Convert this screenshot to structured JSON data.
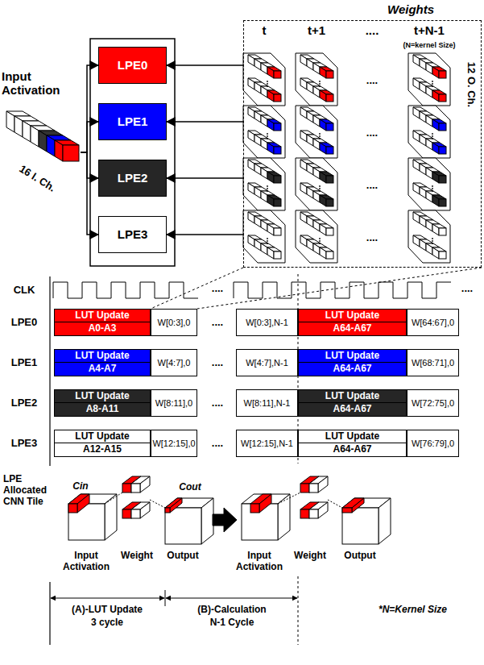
{
  "diagram": {
    "nodes": [
      {
        "text": [
          "Input Activation"
        ]
      },
      {
        "text": [
          "LPE0"
        ]
      },
      {
        "text": [
          "LPE1"
        ]
      },
      {
        "text": [
          "LPE2"
        ]
      },
      {
        "text": [
          "LPE3"
        ]
      },
      {
        "text": [
          "Weights"
        ]
      },
      {
        "text": [
          "LUT Update",
          "A0-A3"
        ]
      },
      {
        "text": [
          "W[0:3],0"
        ]
      },
      {
        "text": [
          "W[0:3],N-1"
        ]
      },
      {
        "text": [
          "LUT Update",
          "A64-A67"
        ]
      },
      {
        "text": [
          "W[64:67],0"
        ]
      },
      {
        "text": [
          "LUT Update",
          "A4-A7"
        ]
      },
      {
        "text": [
          "W[4:7],0"
        ]
      },
      {
        "text": [
          "W[4:7],N-1"
        ]
      },
      {
        "text": [
          "LUT Update",
          "A64-A67"
        ]
      },
      {
        "text": [
          "W[68:71],0"
        ]
      },
      {
        "text": [
          "LUT Update",
          "A8-A11"
        ]
      },
      {
        "text": [
          "W[8:11],0"
        ]
      },
      {
        "text": [
          "W[8:11],N-1"
        ]
      },
      {
        "text": [
          "LUT Update",
          "A64-A67"
        ]
      },
      {
        "text": [
          "W[72:75],0"
        ]
      },
      {
        "text": [
          "LUT Update",
          "A12-A15"
        ]
      },
      {
        "text": [
          "W[12:15],0"
        ]
      },
      {
        "text": [
          "W[12:15],N-1"
        ]
      },
      {
        "text": [
          "LUT Update",
          "A64-A67"
        ]
      },
      {
        "text": [
          "W[76:79],0"
        ]
      }
    ],
    "edges": [
      {
        "from": 0,
        "to": 1,
        "arrow": "to"
      },
      {
        "from": 0,
        "to": 2,
        "arrow": "to"
      },
      {
        "from": 0,
        "to": 3,
        "arrow": "to"
      },
      {
        "from": 0,
        "to": 4,
        "arrow": "to"
      },
      {
        "from": 5,
        "to": 1,
        "arrow": "to"
      },
      {
        "from": 5,
        "to": 2,
        "arrow": "to"
      },
      {
        "from": 5,
        "to": 3,
        "arrow": "to"
      },
      {
        "from": 5,
        "to": 4,
        "arrow": "to"
      }
    ],
    "labels": [
      "t",
      "t+1",
      "....",
      "t+N-1",
      "(N=kernel Size)",
      "12 O. Ch.",
      "....",
      "....",
      "....",
      "....",
      "16 I. Ch.",
      "CLK",
      "....",
      "....",
      "LPE0",
      "LPE1",
      "LPE2",
      "LPE3",
      "....",
      "....",
      "....",
      "....",
      "LPE Allocated CNN Tile",
      "Cin",
      "Input Activation",
      "Weight",
      "Output",
      "Cout",
      "Input Activation",
      "Weight",
      "Output",
      "(A)-LUT Update",
      "3 cycle",
      "(B)-Calculation",
      "N-1 Cycle",
      "*N=Kernel Size"
    ]
  }
}
